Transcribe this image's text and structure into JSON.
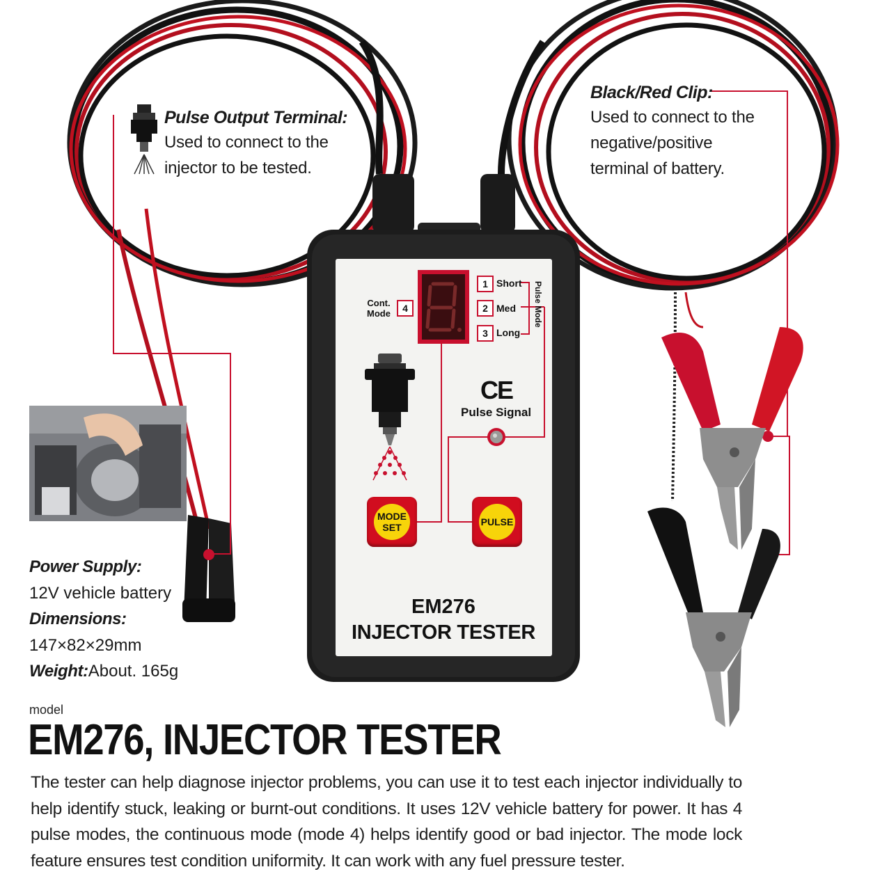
{
  "pulse_output": {
    "title": "Pulse Output Terminal:",
    "lines": [
      "Used to connect to the",
      "injector to be tested."
    ]
  },
  "clip": {
    "title": "Black/Red Clip:",
    "lines": [
      "Used to connect to the",
      "negative/positive",
      "terminal of battery."
    ]
  },
  "specs": {
    "power_label": "Power Supply:",
    "power_value": "12V vehicle battery",
    "dim_label": "Dimensions:",
    "dim_value": "147×82×29mm",
    "weight_label": "Weight:",
    "weight_value": "About. 165g"
  },
  "device": {
    "cont_mode": "Cont. Mode",
    "cont_mode_num": "4",
    "display_digit": "8",
    "modes": [
      {
        "num": "1",
        "label": "Short"
      },
      {
        "num": "2",
        "label": "Med"
      },
      {
        "num": "3",
        "label": "Long"
      }
    ],
    "pulse_mode_label": "Pulse Mode",
    "ce_mark": "CE",
    "pulse_signal": "Pulse Signal",
    "mode_button": "MODE SET",
    "pulse_button": "PULSE",
    "model": "EM276",
    "name": "INJECTOR TESTER"
  },
  "product": {
    "model_caption": "model",
    "headline": "EM276, INJECTOR TESTER",
    "description": "The tester can help diagnose injector problems, you can use it to test each injector individually to help identify stuck, leaking or burnt-out conditions.  It uses 12V vehicle battery for power.  It has 4 pulse modes, the continuous mode (mode 4) helps identify good or bad injector. The mode lock feature ensures test condition uniformity. It can work with any fuel pressure tester."
  },
  "colors": {
    "accent_red": "#c8102e",
    "button_yellow": "#f7d40a",
    "housing": "#1c1c1c"
  },
  "icons": [
    "injector-icon",
    "spray-icon",
    "led-indicator-icon",
    "alligator-clip-icon"
  ]
}
